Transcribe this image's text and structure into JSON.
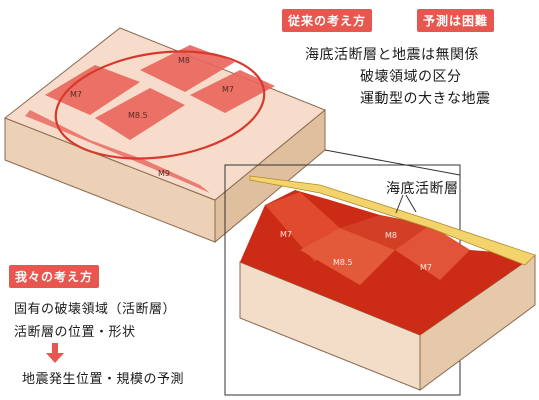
{
  "conventional": {
    "tag_left": "従来の考え方",
    "tag_right": "予測は困難",
    "lines": [
      "海底活断層と地震は無関係",
      "破壊領域の区分",
      "運動型の大きな地震"
    ]
  },
  "callout": "海底活断層",
  "ours": {
    "tag": "我々の考え方",
    "lines": [
      "固有の破壊領域（活断層）",
      "活断層の位置・形状"
    ],
    "result": "地震発生位置・規模の予測"
  },
  "labels": {
    "top_m8": "M8",
    "top_m7_left": "M7",
    "top_m85": "M8.5",
    "top_m7_right": "M7",
    "top_m9": "M9",
    "bot_m7": "M7",
    "bot_m7b": "M7",
    "bot_m85": "M8.5",
    "bot_m8": "M8"
  },
  "colors": {
    "accent": "#e8574f",
    "block_top": "#f6d7c4",
    "block_side": "#e8c7a8",
    "region": "#e9645b",
    "region_dark": "#c84a3c",
    "fault_gold": "#f3d36c",
    "cutaway": "#cc2b16"
  }
}
